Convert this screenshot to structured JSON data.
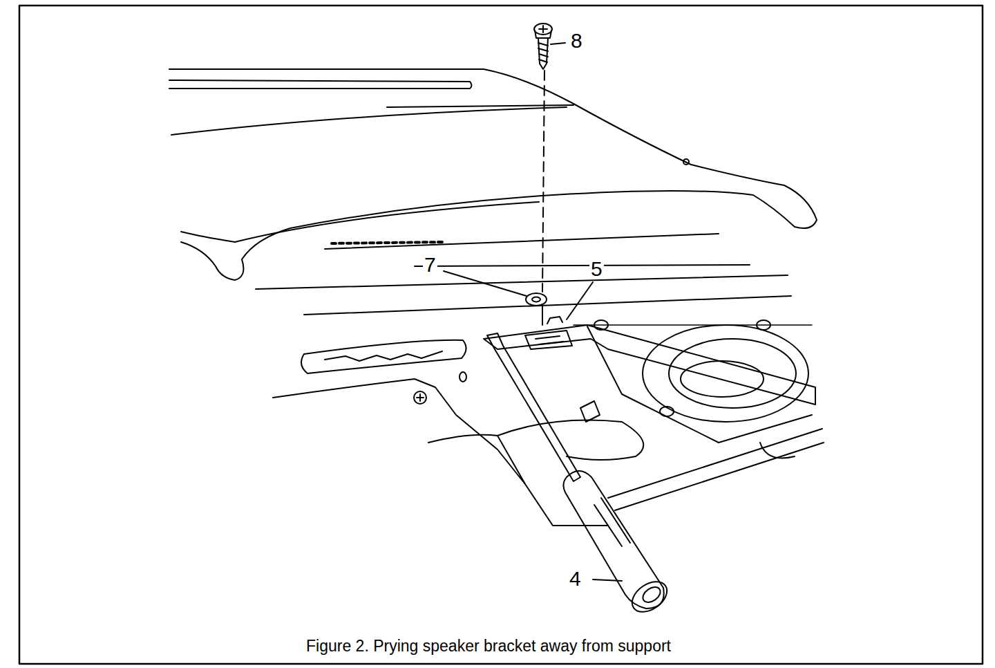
{
  "diagram": {
    "caption": "Figure 2.  Prying speaker bracket away from support",
    "labels": [
      "8",
      "7",
      "5",
      "4"
    ]
  }
}
